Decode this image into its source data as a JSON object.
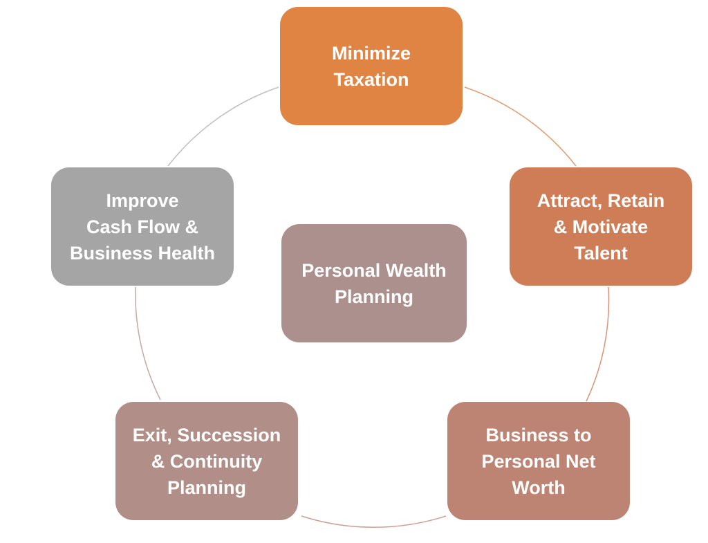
{
  "diagram": {
    "type": "cycle",
    "center": {
      "label": "Personal Wealth\nPlanning",
      "color": "#AB908E"
    },
    "nodes": [
      {
        "label": "Minimize\nTaxation",
        "color": "#E08444"
      },
      {
        "label": "Attract, Retain\n& Motivate\nTalent",
        "color": "#CF7D56"
      },
      {
        "label": "Business to\nPersonal Net\nWorth",
        "color": "#BE8473"
      },
      {
        "label": "Exit, Succession\n& Continuity\nPlanning",
        "color": "#B18E87"
      },
      {
        "label": "Improve\nCash Flow &\nBusiness Health",
        "color": "#A5A5A5"
      }
    ],
    "ring_colors": [
      "#E49A6C",
      "#D89378",
      "#CD9F94",
      "#C4A8A4",
      "#BDBDBD"
    ]
  }
}
